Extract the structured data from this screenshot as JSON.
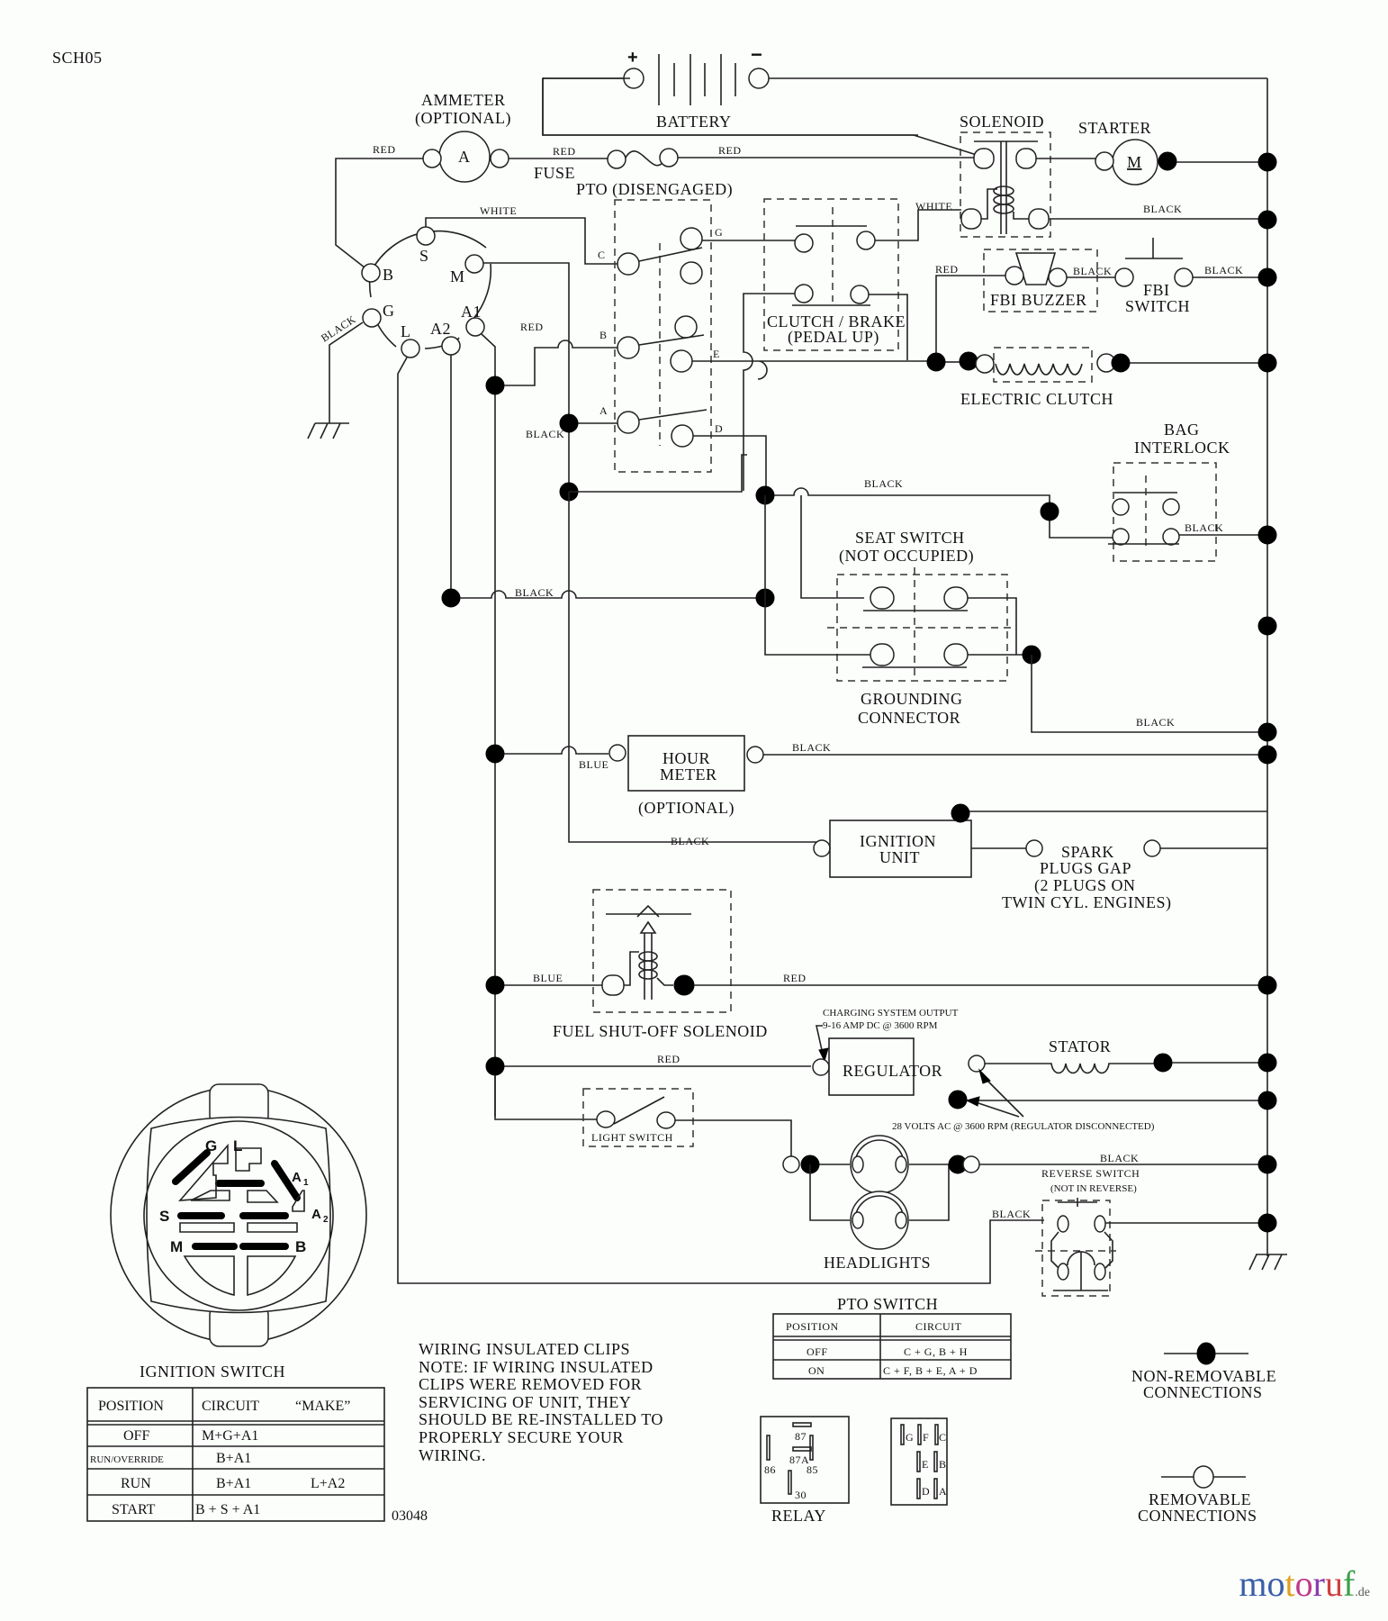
{
  "doc_id": "SCH05",
  "drawing_number": "03048",
  "components": {
    "battery": {
      "label": "BATTERY",
      "plus": "+",
      "minus": "−"
    },
    "ammeter": {
      "label_1": "AMMETER",
      "label_2": "(OPTIONAL)",
      "symbol": "A"
    },
    "fuse": {
      "label": "FUSE"
    },
    "solenoid": {
      "label": "SOLENOID"
    },
    "starter": {
      "label": "STARTER",
      "symbol": "M"
    },
    "pto": {
      "label": "PTO (DISENGAGED)",
      "terminals": [
        "C",
        "B",
        "A",
        "G",
        "E",
        "D"
      ]
    },
    "clutch_brake": {
      "label_1": "CLUTCH / BRAKE",
      "label_2": "(PEDAL UP)"
    },
    "fbi_buzzer": {
      "label": "FBI BUZZER"
    },
    "fbi_switch": {
      "label_1": "FBI",
      "label_2": "SWITCH"
    },
    "electric_clutch": {
      "label": "ELECTRIC CLUTCH"
    },
    "bag_interlock": {
      "label_1": "BAG",
      "label_2": "INTERLOCK"
    },
    "seat_switch": {
      "label_1": "SEAT SWITCH",
      "label_2": "(NOT OCCUPIED)"
    },
    "grounding_connector": {
      "label_1": "GROUNDING",
      "label_2": "CONNECTOR"
    },
    "hour_meter": {
      "label_1": "HOUR",
      "label_2": "METER",
      "note": "(OPTIONAL)"
    },
    "ignition_unit": {
      "label_1": "IGNITION",
      "label_2": "UNIT"
    },
    "spark_plugs": {
      "lines": [
        "SPARK",
        "PLUGS GAP",
        "(2 PLUGS ON",
        "TWIN CYL. ENGINES)"
      ]
    },
    "fuel_solenoid": {
      "label": "FUEL SHUT-OFF SOLENOID"
    },
    "regulator": {
      "label": "REGULATOR",
      "note_1": "CHARGING SYSTEM OUTPUT",
      "note_2": "9-16 AMP DC @ 3600 RPM",
      "note_3": "28 VOLTS AC @ 3600 RPM (REGULATOR DISCONNECTED)"
    },
    "stator": {
      "label": "STATOR"
    },
    "light_switch": {
      "label": "LIGHT SWITCH"
    },
    "headlights": {
      "label": "HEADLIGHTS"
    },
    "reverse_switch": {
      "label_1": "REVERSE SWITCH",
      "label_2": "(NOT IN REVERSE)"
    },
    "ignition_terminals": {
      "S": "S",
      "B": "B",
      "M": "M",
      "G": "G",
      "A1": "A1",
      "L": "L",
      "A2": "A2"
    }
  },
  "wires": {
    "red": "RED",
    "white": "WHITE",
    "black": "BLACK",
    "blue": "BLUE"
  },
  "ignition_switch_face": {
    "title": "IGNITION SWITCH",
    "terminals": {
      "G": "G",
      "L": "L",
      "A1": "A",
      "A1_sub": "1",
      "A2": "A",
      "A2_sub": "2",
      "S": "S",
      "M": "M",
      "B": "B"
    }
  },
  "ignition_table": {
    "headers": [
      "POSITION",
      "CIRCUIT",
      "“MAKE”"
    ],
    "rows": [
      {
        "position": "OFF",
        "circuit": "M+G+A1",
        "make": ""
      },
      {
        "position": "RUN/OVERRIDE",
        "circuit": "B+A1",
        "make": ""
      },
      {
        "position": "RUN",
        "circuit": "B+A1",
        "make": "L+A2"
      },
      {
        "position": "START",
        "circuit": "B + S + A1",
        "make": ""
      }
    ]
  },
  "note": {
    "lines": [
      "WIRING INSULATED CLIPS",
      "NOTE:  IF WIRING INSULATED",
      "CLIPS WERE REMOVED FOR",
      "SERVICING OF UNIT, THEY",
      "SHOULD BE RE-INSTALLED TO",
      "PROPERLY SECURE YOUR",
      "WIRING."
    ]
  },
  "pto_table": {
    "title": "PTO SWITCH",
    "headers": [
      "POSITION",
      "CIRCUIT"
    ],
    "rows": [
      {
        "position": "OFF",
        "circuit": "C + G, B + H"
      },
      {
        "position": "ON",
        "circuit": "C + F, B + E, A + D"
      }
    ]
  },
  "relay": {
    "label": "RELAY",
    "pins": [
      "87",
      "87A",
      "86",
      "85",
      "30"
    ]
  },
  "pto_connector": {
    "pins": [
      "G",
      "F",
      "C",
      "E",
      "B",
      "D",
      "A"
    ]
  },
  "legend": {
    "non_removable_1": "NON-REMOVABLE",
    "non_removable_2": "CONNECTIONS",
    "removable_1": "REMOVABLE",
    "removable_2": "CONNECTIONS"
  },
  "watermark": {
    "chars": [
      "m",
      "o",
      "t",
      "o",
      "r",
      "u",
      "f"
    ],
    "colors": [
      "#3a5fa8",
      "#3a5fa8",
      "#e0a020",
      "#c03a8a",
      "#8a3ab0",
      "#d04040",
      "#3aa04a"
    ],
    "suffix": ".de"
  }
}
